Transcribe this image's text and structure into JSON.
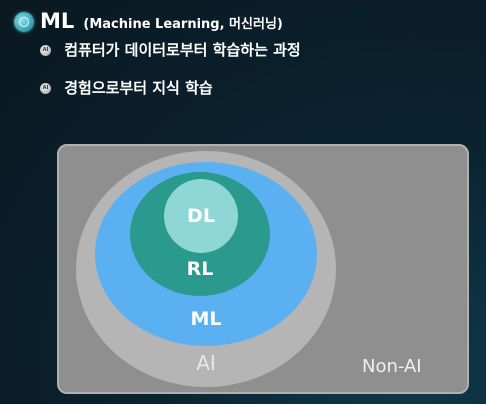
{
  "header": {
    "title_main": "ML",
    "title_sub": "(Machine Learning, 머신러닝)"
  },
  "bullets": [
    {
      "text": "컴퓨터가 데이터로부터 학습하는 과정"
    },
    {
      "text": "경험으로부터 지식 학습"
    }
  ],
  "diagram": {
    "labels": {
      "dl": "DL",
      "rl": "RL",
      "ml": "ML",
      "ai": "AI",
      "non_ai": "Non-AI"
    },
    "colors": {
      "panel": "#8f8f8f",
      "ai": "#b5b5b5",
      "ml": "#5ab0f0",
      "rl": "#2a9a8e",
      "dl": "#8fd6d6"
    }
  }
}
